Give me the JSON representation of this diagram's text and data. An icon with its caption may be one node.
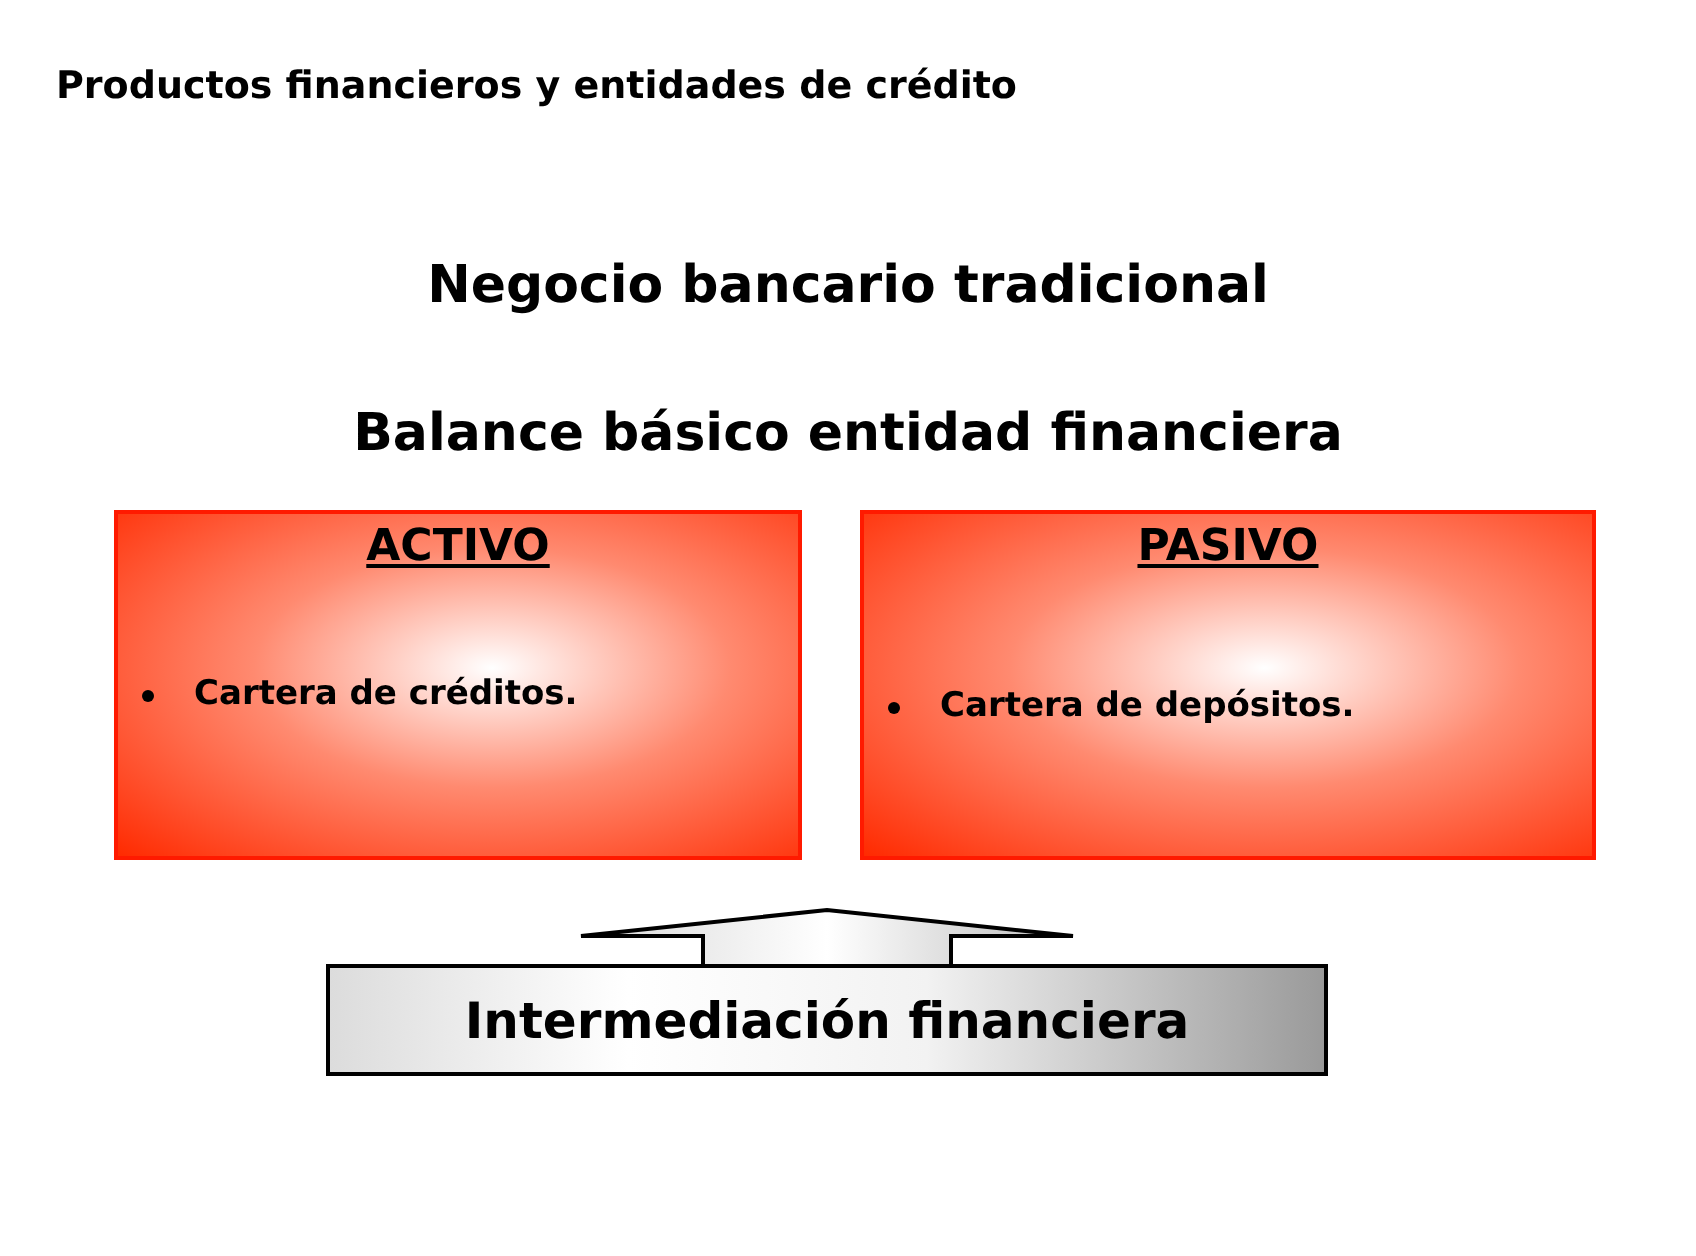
{
  "diagram": {
    "title": "Productos financieros y entidades de crédito",
    "nodes": [
      {
        "text": [
          "ACTIVO",
          "Cartera de créditos."
        ]
      },
      {
        "text": [
          "PASIVO",
          "Cartera de depósitos."
        ]
      },
      {
        "text": [
          "Intermediación financiera"
        ]
      }
    ],
    "edges": [
      {
        "from": 2,
        "to": 0,
        "arrow": "to"
      },
      {
        "from": 2,
        "to": 1,
        "arrow": "to"
      }
    ],
    "labels": [
      "Negocio bancario tradicional",
      "Balance básico entidad financiera"
    ]
  }
}
